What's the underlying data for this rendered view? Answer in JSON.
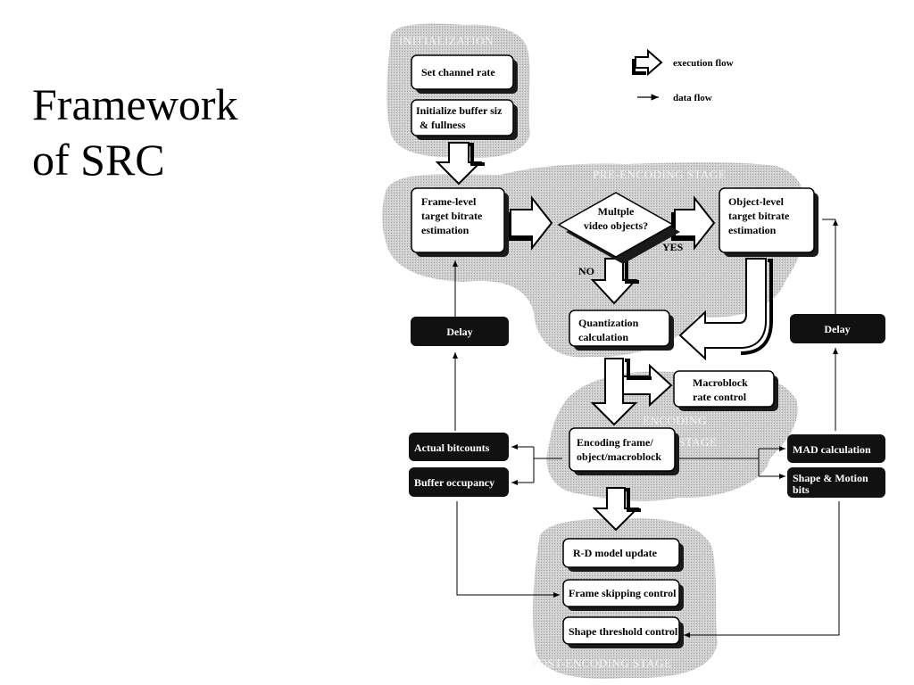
{
  "title": {
    "line1": "Framework",
    "line2": "of SRC"
  },
  "legend": {
    "execution_flow": "execution flow",
    "data_flow": "data flow"
  },
  "stages": {
    "initialization": "INITIALIZATION",
    "pre_encoding": "PRE-ENCODING STAGE",
    "encoding_line1": "ENCODING",
    "encoding_line2": "STAGE",
    "post_encoding": "POST-ENCODING STAGE"
  },
  "boxes": {
    "set_channel_rate": "Set channel rate",
    "init_buffer_l1": "Initialize buffer siz",
    "init_buffer_l2": "& fullness",
    "frame_level_l1": "Frame-level",
    "frame_level_l2": "target bitrate",
    "frame_level_l3": "estimation",
    "decision_l1": "Multple",
    "decision_l2": "video objects?",
    "object_level_l1": "Object-level",
    "object_level_l2": "target bitrate",
    "object_level_l3": "estimation",
    "quant_l1": "Quantization",
    "quant_l2": "calculation",
    "macroblock_l1": "Macroblock",
    "macroblock_l2": "rate control",
    "encoding_l1": "Encoding frame/",
    "encoding_l2": "object/macroblock",
    "delay_left": "Delay",
    "delay_right": "Delay",
    "actual_bitcounts": "Actual bitcounts",
    "buffer_occupancy": "Buffer occupancy",
    "mad_calculation": "MAD calculation",
    "shape_motion_l1": "Shape & Motion",
    "shape_motion_l2": "bits",
    "rd_model": "R-D model   update",
    "frame_skipping": "Frame skipping control",
    "shape_threshold": "Shape threshold control"
  },
  "labels": {
    "yes": "YES",
    "no": "NO"
  },
  "colors": {
    "stage_fill": "#c9c9c9",
    "dark_box": "#111111",
    "shadow": "#1a1a1a"
  }
}
